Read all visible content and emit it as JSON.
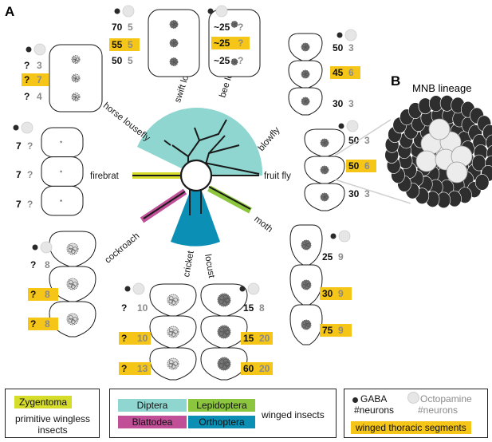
{
  "panel_a_label": "A",
  "panel_b_label": "B",
  "panel_b_title": "MNB lineage",
  "taxa": {
    "horse_lousefly": "horse lousefly",
    "swift_lousefly": "swift lousefly",
    "bee_lousefly": "bee lousefly",
    "blowfly": "blowfly",
    "fruit_fly": "fruit fly",
    "firebrat": "firebrat",
    "cockroach": "cockroach",
    "moth": "moth",
    "cricket": "cricket",
    "locust": "locust"
  },
  "counts": {
    "horse": [
      [
        "?",
        "3"
      ],
      [
        "?",
        "7"
      ],
      [
        "?",
        "4"
      ]
    ],
    "swift": [
      [
        "70",
        "5"
      ],
      [
        "55",
        "5"
      ],
      [
        "50",
        "5"
      ]
    ],
    "bee": [
      [
        "~25",
        "?"
      ],
      [
        "~25",
        "?"
      ],
      [
        "~25",
        "?"
      ]
    ],
    "blowfly": [
      [
        "50",
        "3"
      ],
      [
        "45",
        "6"
      ],
      [
        "30",
        "3"
      ]
    ],
    "fruitfly": [
      [
        "50",
        "3"
      ],
      [
        "50",
        "6"
      ],
      [
        "30",
        "3"
      ]
    ],
    "firebrat": [
      [
        "7",
        "?"
      ],
      [
        "7",
        "?"
      ],
      [
        "7",
        "?"
      ]
    ],
    "cockroach": [
      [
        "?",
        "8"
      ],
      [
        "?",
        "8"
      ],
      [
        "?",
        "8"
      ]
    ],
    "cricket": [
      [
        "?",
        "10"
      ],
      [
        "?",
        "10"
      ],
      [
        "?",
        "13"
      ]
    ],
    "locust": [
      [
        "15",
        "8"
      ],
      [
        "15",
        "20"
      ],
      [
        "60",
        "20"
      ]
    ],
    "moth": [
      [
        "25",
        "9"
      ],
      [
        "30",
        "9"
      ],
      [
        "75",
        "9"
      ]
    ]
  },
  "legend": {
    "zygentoma": "Zygentoma",
    "primitive": "primitive wingless insects",
    "diptera": "Diptera",
    "lepidoptera": "Lepidoptera",
    "blattodea": "Blattodea",
    "orthoptera": "Orthoptera",
    "winged": "winged insects",
    "gaba": "GABA",
    "gaba_sub": "#neurons",
    "octopamine": "Octopamine",
    "octopamine_sub": "#neurons",
    "winged_segments": "winged thoracic segments"
  },
  "colors": {
    "zygentoma": "#d6dc2a",
    "diptera": "#8fd6d0",
    "lepidoptera": "#8cc63e",
    "blattodea": "#c04f98",
    "orthoptera": "#0c8fb5",
    "highlight": "#f5c518",
    "gaba_dot": "#2a2a2a",
    "octopamine_dot": "#e6e6e6",
    "gray_text": "#8a8a8a"
  }
}
